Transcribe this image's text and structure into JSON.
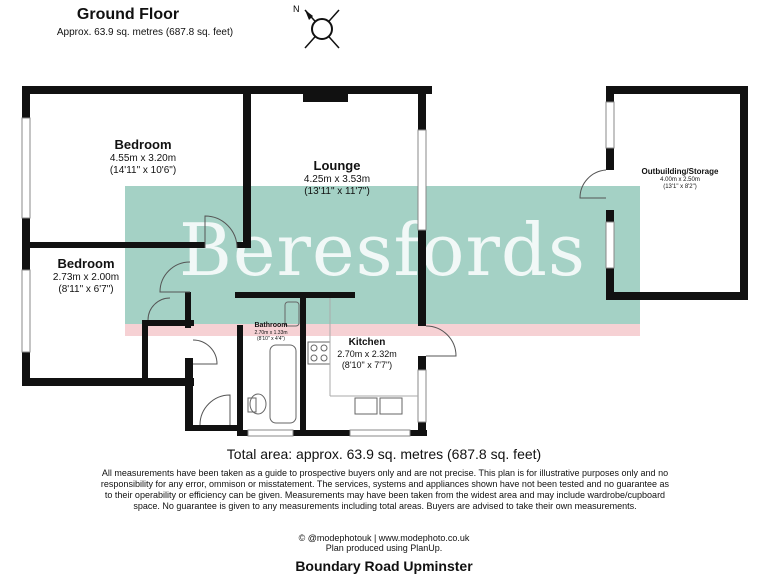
{
  "header": {
    "title": "Ground Floor",
    "subtitle": "Approx. 63.9 sq. metres (687.8 sq. feet)"
  },
  "rooms": {
    "bedroom1": {
      "name": "Bedroom",
      "dims": "4.55m x 3.20m",
      "dims_imperial": "(14'11\" x 10'6\")"
    },
    "lounge": {
      "name": "Lounge",
      "dims": "4.25m x 3.53m",
      "dims_imperial": "(13'11\" x 11'7\")"
    },
    "bedroom2": {
      "name": "Bedroom",
      "dims": "2.73m x 2.00m",
      "dims_imperial": "(8'11\" x 6'7\")"
    },
    "bathroom": {
      "name": "Bathroom",
      "dims": "2.70m x 1.33m",
      "dims_imperial": "(8'10\" x 4'4\")"
    },
    "kitchen": {
      "name": "Kitchen",
      "dims": "2.70m x 2.32m",
      "dims_imperial": "(8'10\" x 7'7\")"
    },
    "outbuilding": {
      "name": "Outbuilding/Storage",
      "dims": "4.00m x 2.50m",
      "dims_imperial": "(13'1\" x 8'2\")"
    }
  },
  "watermark": "Beresfords",
  "footer": {
    "total": "Total area: approx. 63.9 sq. metres (687.8 sq. feet)",
    "disclaimer": "All measurements have been taken as a guide to prospective buyers only and are not precise. This plan is for illustrative purposes only and no responsibility for any error, ommison or misstatement. The services, systems and appliances shown have not been tested and no guarantee as to their operability or efficiency can be given. Measurements may have been taken from the widest area and may include wardrobe/cupboard space. No guarantee is given to any measurements including total areas. Buyers are advised to take their own measurements.",
    "credit_line1": "© @modephotouk | www.modephoto.co.uk",
    "credit_line2": "Plan produced using PlanUp.",
    "address": "Boundary Road Upminster"
  },
  "compass": {
    "north_label": "N"
  },
  "colors": {
    "wall": "#111111",
    "watermark_band": "#5aab95",
    "watermark_strip": "#f4c9cc",
    "window": "#d8d8d8"
  }
}
